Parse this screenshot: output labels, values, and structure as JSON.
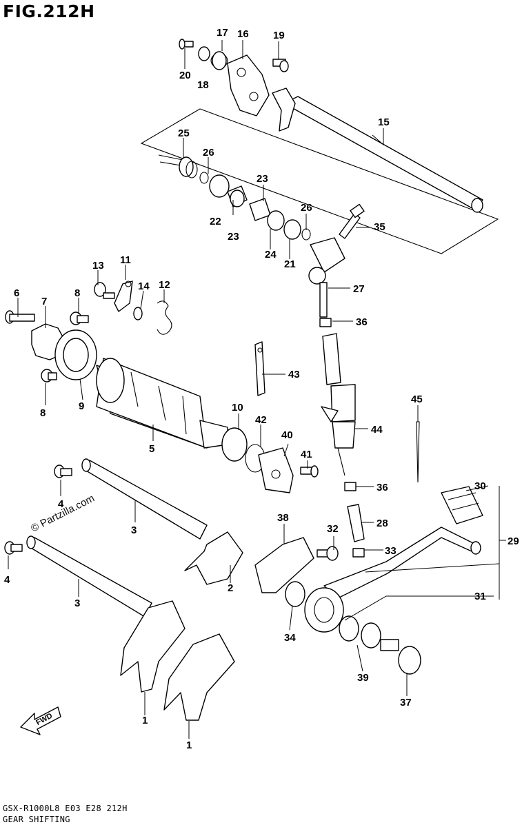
{
  "figure": {
    "title": "FIG.212H",
    "footer_model": "GSX-R1000L8  E03  E28  212H",
    "footer_caption": "GEAR SHIFTING",
    "watermark": "© Partzilla.com",
    "direction_label": "FWD"
  },
  "callouts": [
    {
      "id": "17",
      "text": "17"
    },
    {
      "id": "16",
      "text": "16"
    },
    {
      "id": "19",
      "text": "19"
    },
    {
      "id": "20",
      "text": "20"
    },
    {
      "id": "18",
      "text": "18"
    },
    {
      "id": "15",
      "text": "15"
    },
    {
      "id": "25",
      "text": "25"
    },
    {
      "id": "26a",
      "text": "26"
    },
    {
      "id": "23a",
      "text": "23"
    },
    {
      "id": "26b",
      "text": "26"
    },
    {
      "id": "35",
      "text": "35"
    },
    {
      "id": "22",
      "text": "22"
    },
    {
      "id": "23b",
      "text": "23"
    },
    {
      "id": "24",
      "text": "24"
    },
    {
      "id": "21",
      "text": "21"
    },
    {
      "id": "27",
      "text": "27"
    },
    {
      "id": "13",
      "text": "13"
    },
    {
      "id": "11",
      "text": "11"
    },
    {
      "id": "14",
      "text": "14"
    },
    {
      "id": "12",
      "text": "12"
    },
    {
      "id": "6",
      "text": "6"
    },
    {
      "id": "7",
      "text": "7"
    },
    {
      "id": "8a",
      "text": "8"
    },
    {
      "id": "36a",
      "text": "36"
    },
    {
      "id": "43",
      "text": "43"
    },
    {
      "id": "8b",
      "text": "8"
    },
    {
      "id": "9",
      "text": "9"
    },
    {
      "id": "45",
      "text": "45"
    },
    {
      "id": "10",
      "text": "10"
    },
    {
      "id": "42",
      "text": "42"
    },
    {
      "id": "40",
      "text": "40"
    },
    {
      "id": "44",
      "text": "44"
    },
    {
      "id": "5",
      "text": "5"
    },
    {
      "id": "41",
      "text": "41"
    },
    {
      "id": "36b",
      "text": "36"
    },
    {
      "id": "30",
      "text": "30"
    },
    {
      "id": "4a",
      "text": "4"
    },
    {
      "id": "3a",
      "text": "3"
    },
    {
      "id": "38",
      "text": "38"
    },
    {
      "id": "32",
      "text": "32"
    },
    {
      "id": "28",
      "text": "28"
    },
    {
      "id": "29",
      "text": "29"
    },
    {
      "id": "4b",
      "text": "4"
    },
    {
      "id": "33",
      "text": "33"
    },
    {
      "id": "2",
      "text": "2"
    },
    {
      "id": "3b",
      "text": "3"
    },
    {
      "id": "31",
      "text": "31"
    },
    {
      "id": "34",
      "text": "34"
    },
    {
      "id": "39",
      "text": "39"
    },
    {
      "id": "37",
      "text": "37"
    },
    {
      "id": "1a",
      "text": "1"
    },
    {
      "id": "1b",
      "text": "1"
    }
  ]
}
